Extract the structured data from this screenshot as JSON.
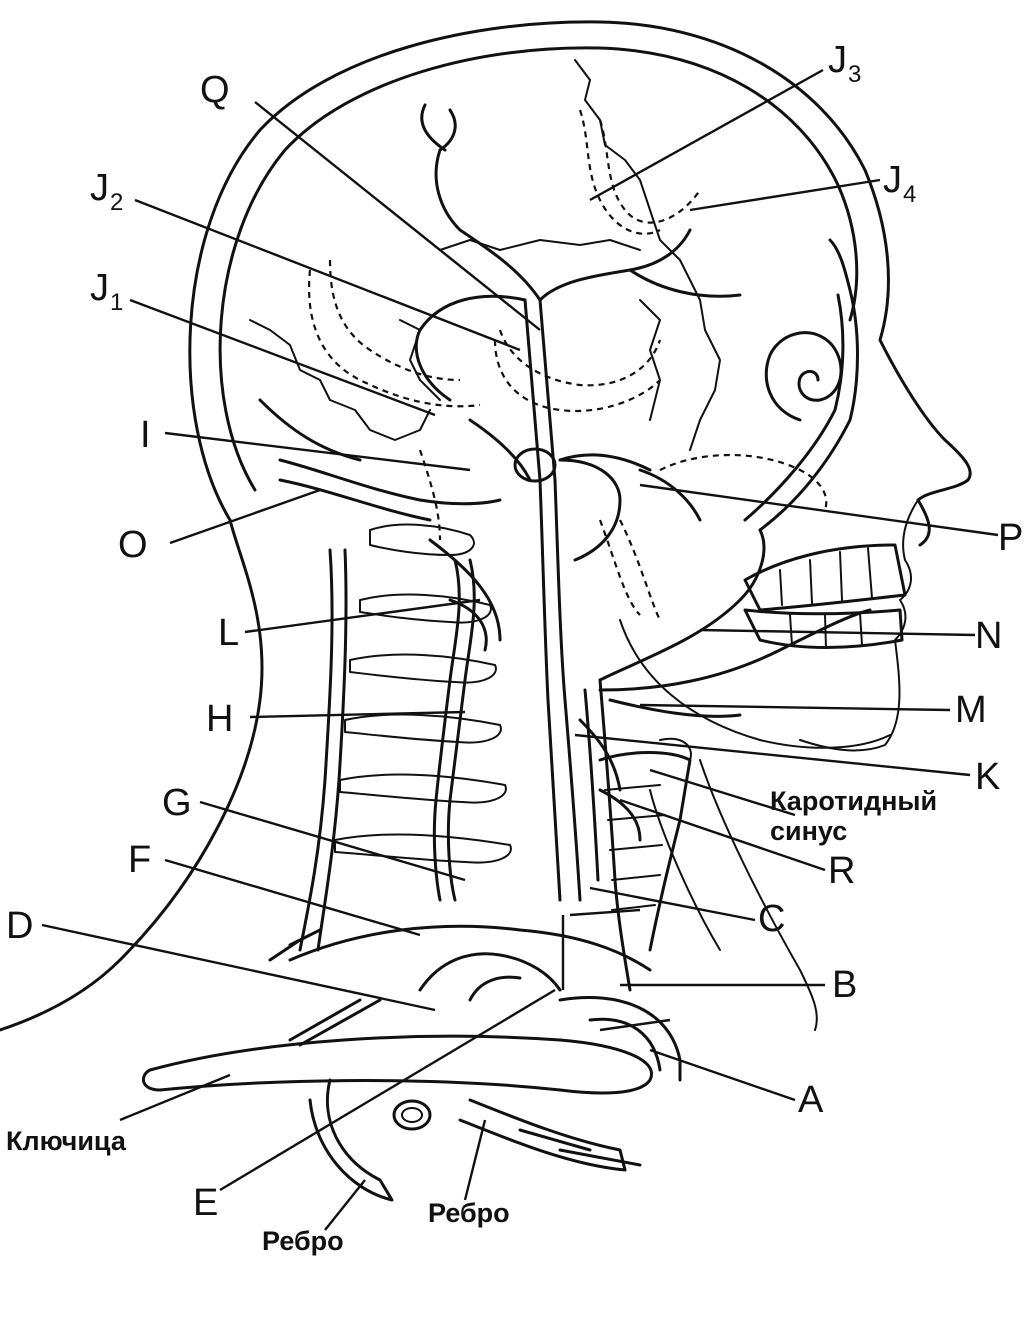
{
  "labels": {
    "Q": "Q",
    "J2": "J",
    "J2_sub": "2",
    "J1": "J",
    "J1_sub": "1",
    "I": "I",
    "O": "O",
    "L": "L",
    "H": "H",
    "G": "G",
    "F": "F",
    "D": "D",
    "E": "E",
    "J3": "J",
    "J3_sub": "3",
    "J4": "J",
    "J4_sub": "4",
    "P": "P",
    "N": "N",
    "M": "M",
    "K": "K",
    "R": "R",
    "C": "C",
    "B": "B",
    "A": "A"
  },
  "words": {
    "carotid_sinus_line1": "Каротидный",
    "carotid_sinus_line2": "синус",
    "clavicle": "Ключица",
    "rib_left": "Ребро",
    "rib_right": "Ребро"
  }
}
